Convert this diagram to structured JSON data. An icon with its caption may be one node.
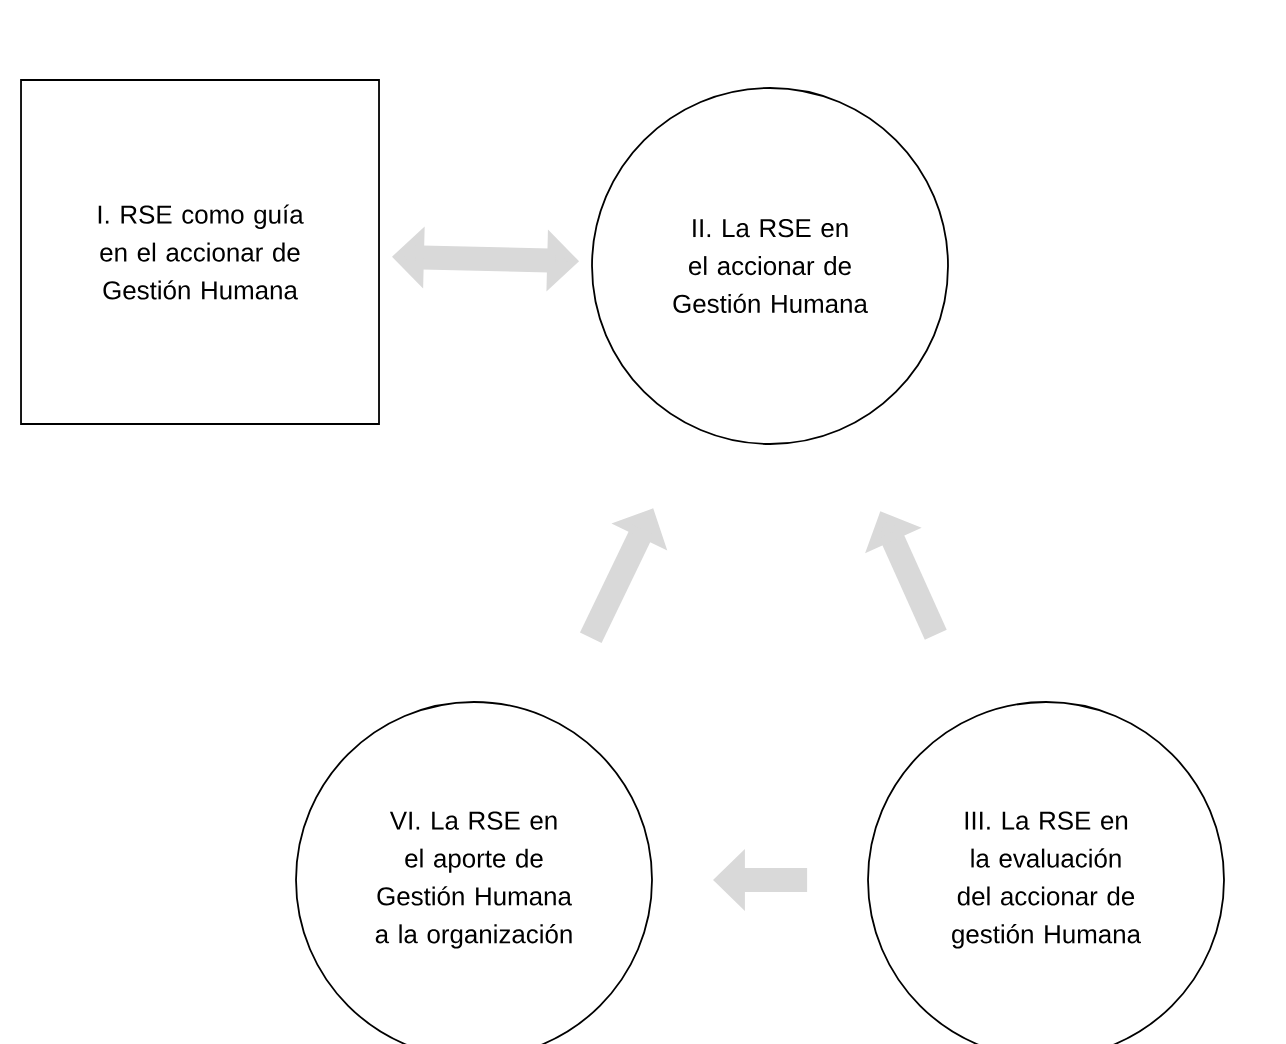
{
  "diagram": {
    "nodes": [
      {
        "text": [
          "I. RSE como guía en el accionar de Gestión Humana"
        ]
      },
      {
        "text": [
          "II. La RSE en el accionar de Gestión Humana"
        ]
      },
      {
        "text": [
          "VI. La RSE en el aporte de Gestión Humana a la organización"
        ]
      },
      {
        "text": [
          "III. La RSE en la evaluación del accionar de gestión Humana"
        ]
      }
    ],
    "edges": [
      {
        "from": 0,
        "to": 1,
        "arrow": "both"
      },
      {
        "from": 2,
        "to": 1,
        "arrow": "to"
      },
      {
        "from": 3,
        "to": 1,
        "arrow": "to"
      },
      {
        "from": 3,
        "to": 2,
        "arrow": "to"
      }
    ]
  }
}
